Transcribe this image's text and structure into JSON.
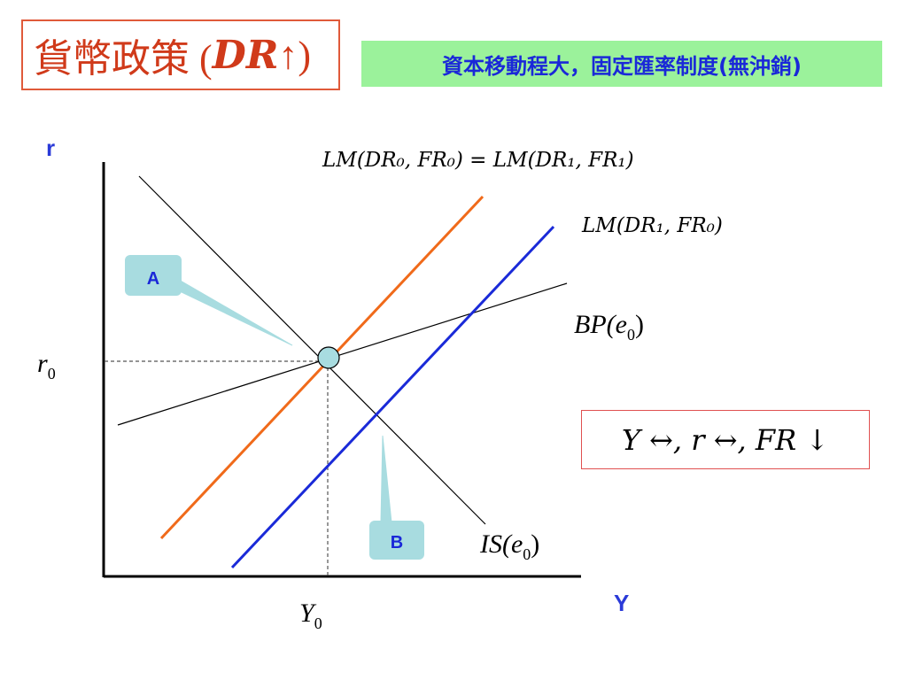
{
  "header": {
    "title": "貨幣政策 (DR ↑)",
    "title_prefix": "貨幣政策 (",
    "title_policy": "DR",
    "title_arrow": " ↑",
    "title_suffix": ")",
    "subtitle": "資本移動程大，固定匯率制度(無沖銷)"
  },
  "labels": {
    "y_axis": "r",
    "x_axis": "Y",
    "r0_base": "r",
    "r0_sub": "0",
    "y0_base": "Y",
    "y0_sub": "0",
    "lm_equal": "LM(DR₀, FR₀) = LM(DR₁, FR₁)",
    "lm_new": "LM(DR₁, FR₀)",
    "bp_base": "BP(e",
    "bp_sub": "0",
    "bp_close": ")",
    "is_base": "IS(e",
    "is_sub": "0",
    "is_close": ")",
    "callout_a": "A",
    "callout_b": "B",
    "result": "Y ↔, r ↔, FR ↓"
  },
  "colors": {
    "title_text": "#d03a1a",
    "title_border": "#e05a3a",
    "subtitle_bg": "#9bf29b",
    "subtitle_text": "#1a28d8",
    "axis_letters": "#2a3ad8",
    "lm_orange": "#f06a1a",
    "lm_blue": "#1a2ad8",
    "callout_fill": "#a8dce0",
    "result_border": "#e05050"
  }
}
